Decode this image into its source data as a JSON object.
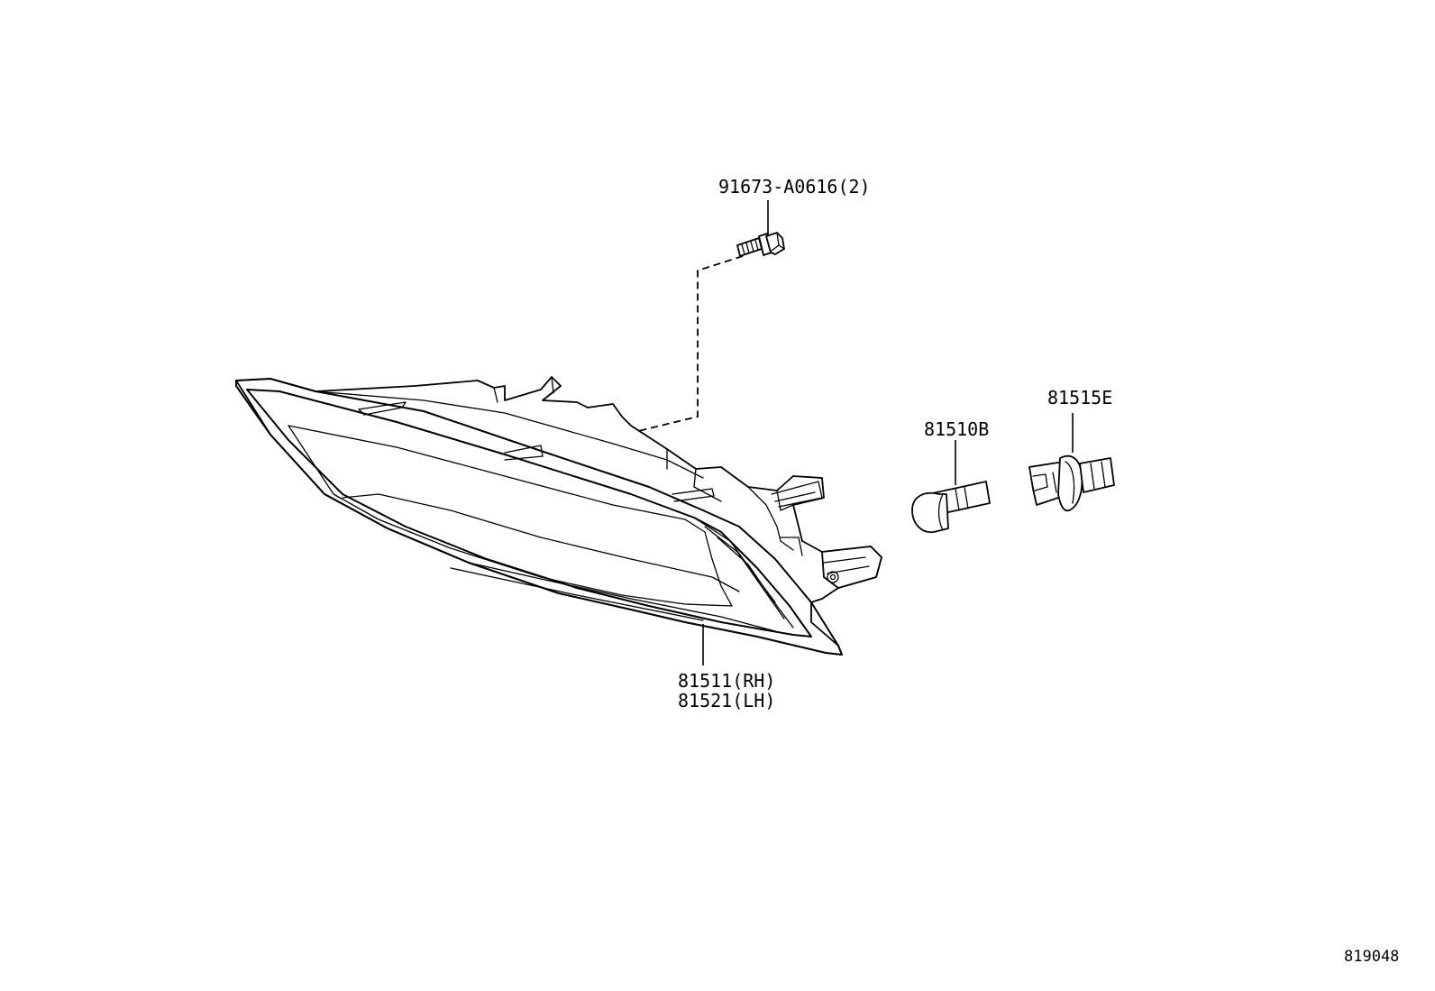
{
  "diagram": {
    "parts": [
      {
        "id": "bolt",
        "label": "91673-A0616(2)",
        "icon": "flange-bolt-icon"
      },
      {
        "id": "lamp",
        "label_rh": "81511(RH)",
        "label_lh": "81521(LH)",
        "icon": "rear-lamp-assembly-icon"
      },
      {
        "id": "bulb",
        "label": "81510B",
        "icon": "wedge-bulb-icon"
      },
      {
        "id": "socket",
        "label": "81515E",
        "icon": "bulb-socket-icon"
      }
    ],
    "figure_number": "819048"
  }
}
